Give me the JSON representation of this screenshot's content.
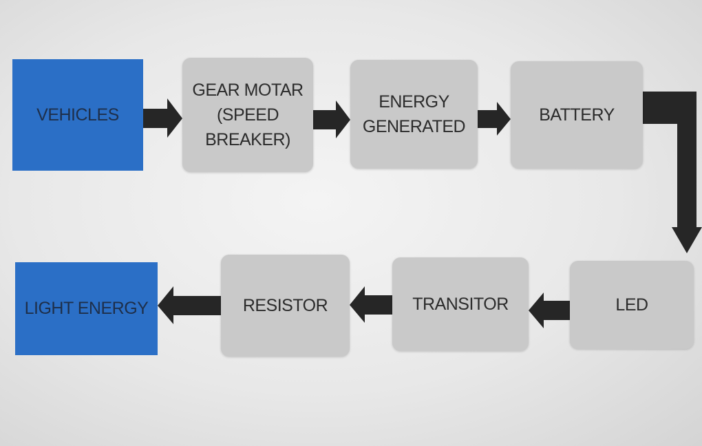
{
  "diagram": {
    "vehicles": "VEHICLES",
    "gear_motor": "GEAR MOTAR\n(SPEED\nBREAKER)",
    "energy_generated": "ENERGY\nGENERATED",
    "battery": "BATTERY",
    "led": "LED",
    "transistor": "TRANSITOR",
    "resistor": "RESISTOR",
    "light_energy": "LIGHT ENERGY"
  },
  "colors": {
    "source_sink_box": "#2b6fc6",
    "process_box": "#c9c9c9",
    "arrow": "#262626"
  }
}
